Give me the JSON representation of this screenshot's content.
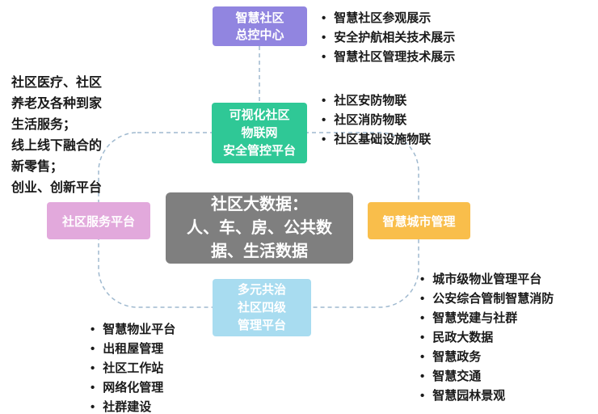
{
  "boxes": {
    "top": {
      "lines": [
        "智慧社区",
        "总控中心"
      ]
    },
    "platform": {
      "lines": [
        "可视化社区",
        "物联网",
        "安全管控平台"
      ]
    },
    "left": {
      "lines": [
        "社区服务平台"
      ]
    },
    "right": {
      "lines": [
        "智慧城市管理"
      ]
    },
    "bottom": {
      "lines": [
        "多元共治",
        "社区四级",
        "管理平台"
      ]
    },
    "center": {
      "lines": [
        "社区大数据：",
        "人、车、房、公共数",
        "据、生活数据"
      ]
    }
  },
  "lists": {
    "top_right": [
      "智慧社区参观展示",
      "安全护航相关技术展示",
      "智慧社区管理技术展示"
    ],
    "mid_right": [
      "社区安防物联",
      "社区消防物联",
      "社区基础设施物联"
    ],
    "left_text": [
      "社区医疗、社区",
      "养老及各种到家",
      "生活服务；",
      "线上线下融合的",
      "新零售；",
      "创业、创新平台"
    ],
    "bottom_right": [
      "城市级物业管理平台",
      "公安综合管制智慧消防",
      "智慧党建与社群",
      "民政大数据",
      "智慧政务",
      "智慧交通",
      "智慧园林景观"
    ],
    "bottom_left": [
      "智慧物业平台",
      "出租屋管理",
      "社区工作站",
      "网络化管理",
      "社群建设"
    ]
  },
  "colors": {
    "top_box": "#9185e0",
    "platform_box": "#2fc896",
    "left_box": "#e2a9dc",
    "right_box": "#f9be4b",
    "bottom_box": "#a8dcf0",
    "center_box": "#7f7f7f",
    "connector": "#9fb9cf",
    "text": "#1a1a1a"
  }
}
